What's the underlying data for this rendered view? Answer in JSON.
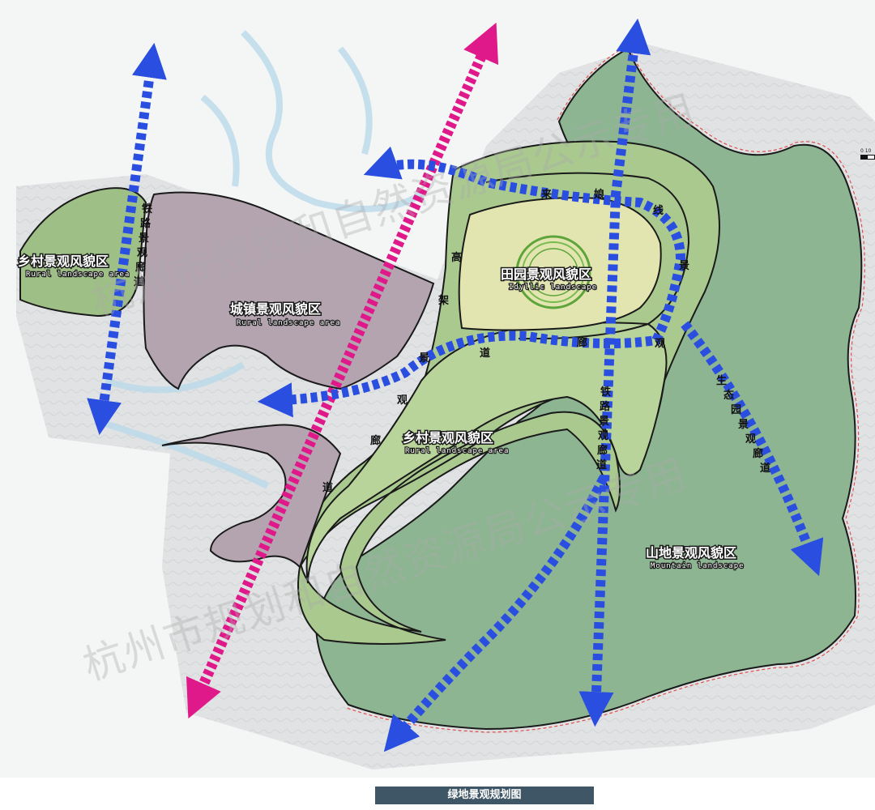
{
  "title": "绿地景观规划图",
  "watermark": [
    "杭州市规划和自然资源局公示专用",
    "杭州市规划和自然资源局公示专用"
  ],
  "scale_bar": {
    "label": "0 10"
  },
  "zones": [
    {
      "id": "rural-west",
      "name_cn": "乡村景观风貌区",
      "name_en": "Rural landscape area"
    },
    {
      "id": "town",
      "name_cn": "城镇景观风貌区",
      "name_en": "Rural landscape area"
    },
    {
      "id": "idyllic",
      "name_cn": "田园景观风貌区",
      "name_en": "Idyllic landscape"
    },
    {
      "id": "rural-center",
      "name_cn": "乡村景观风貌区",
      "name_en": "Rural landscape area"
    },
    {
      "id": "mountain",
      "name_cn": "山地景观风貌区",
      "name_en": "Mountain landscape"
    }
  ],
  "corridors": {
    "railway_west": [
      "铁",
      "路",
      "景",
      "观",
      "廊",
      "道"
    ],
    "elevated": [
      "高",
      "架",
      "景",
      "观",
      "廊",
      "道"
    ],
    "laiqiangxian_top": [
      "来",
      "娘",
      "线"
    ],
    "laiqiangxian_side": [
      "景",
      "观"
    ],
    "laiqiangxian_bottom": [
      "道",
      "廊"
    ],
    "railway_east": [
      "铁",
      "路",
      "景",
      "观",
      "廊",
      "道"
    ],
    "ecological": [
      "生",
      "态",
      "园",
      "景",
      "观",
      "廊",
      "道"
    ]
  },
  "colors": {
    "rural_zone": "#9ebf85",
    "town_zone": "#b3a4b0",
    "idyllic_zone": "#e2e5b0",
    "mountain_zone": "#8db592",
    "corridor_blue": "#2a4fe0",
    "corridor_magenta": "#e0198a",
    "title_bar": "#3f5666"
  },
  "icons": [
    "green-ring-icon",
    "arrow-icon"
  ]
}
